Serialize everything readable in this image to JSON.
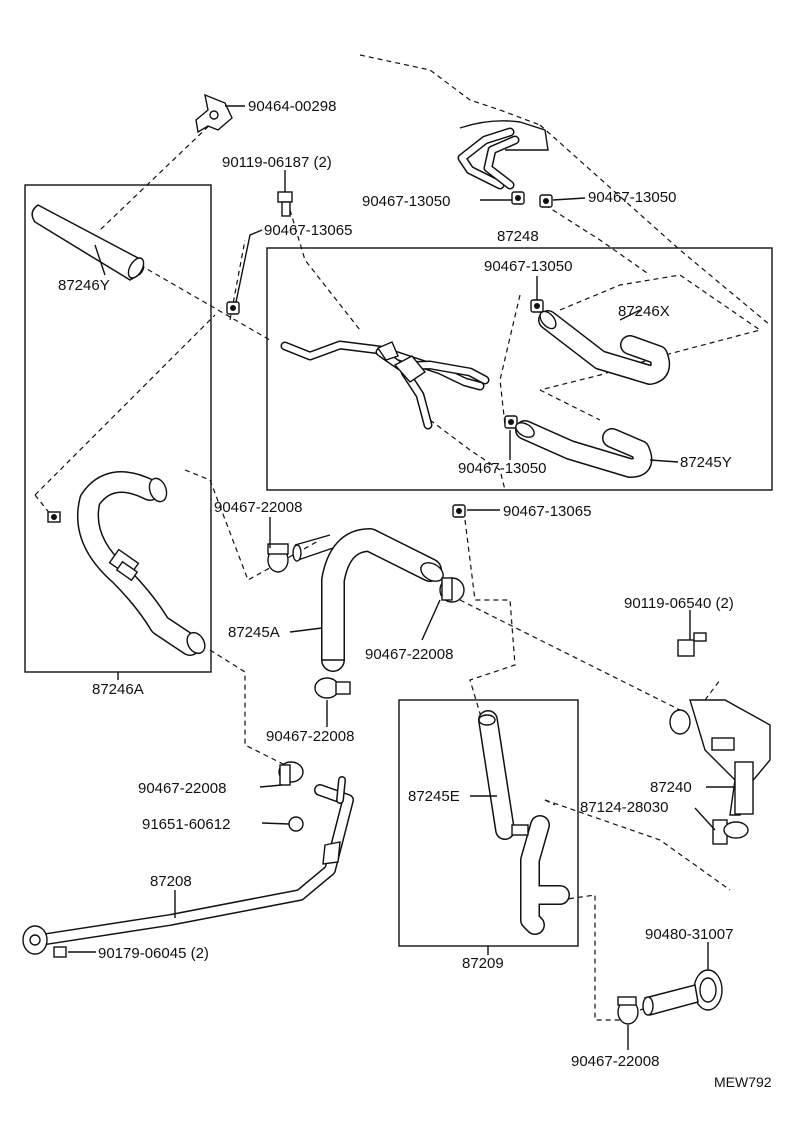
{
  "diagram": {
    "code": "MEW792",
    "labels": {
      "p90464_00298": "90464-00298",
      "p90119_06187": "90119-06187 (2)",
      "p90467_13050_a": "90467-13050",
      "p90467_13050_b": "90467-13050",
      "p90467_13065_a": "90467-13065",
      "p87248": "87248",
      "p90467_13050_c": "90467-13050",
      "p87246Y": "87246Y",
      "p87246X": "87246X",
      "p90467_13050_d": "90467-13050",
      "p87245Y": "87245Y",
      "p90467_22008_a": "90467-22008",
      "p90467_13065_b": "90467-13065",
      "p87245A": "87245A",
      "p90467_22008_b": "90467-22008",
      "p90119_06540": "90119-06540 (2)",
      "p87246A": "87246A",
      "p90467_22008_c": "90467-22008",
      "p90467_22008_d": "90467-22008",
      "p91651_60612": "91651-60612",
      "p87245E": "87245E",
      "p87240": "87240",
      "p87124_28030": "87124-28030",
      "p87208": "87208",
      "p90179_06045": "90179-06045 (2)",
      "p87209": "87209",
      "p90480_31007": "90480-31007",
      "p90467_22008_e": "90467-22008"
    }
  }
}
